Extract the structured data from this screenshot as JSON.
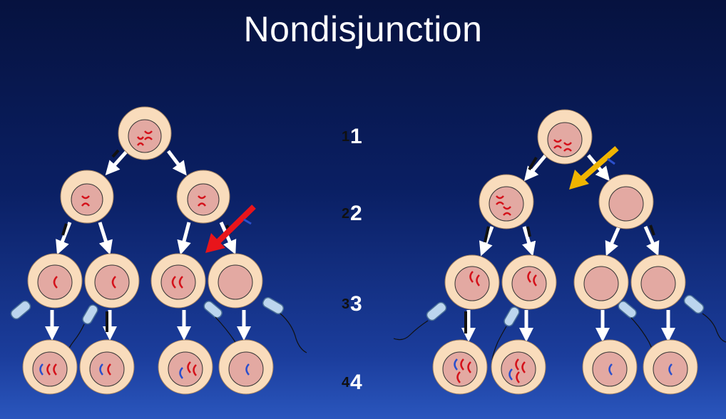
{
  "title": "Nondisjunction",
  "stages": [
    "1",
    "2",
    "3",
    "4"
  ],
  "colors": {
    "cell_outer": "#f9dcbc",
    "cell_inner": "#e3a9a2",
    "maternal_chromosome": "#d4121b",
    "paternal_chromosome": "#2b4fcc",
    "arrow": "#ffffff",
    "meiosis1_error_arrow": "#e8151b",
    "meiosis2_error_arrow": "#f0b400",
    "sperm": "#bcd5ee"
  },
  "icons": [
    "cell-icon",
    "chromosome-icon",
    "sperm-icon",
    "arrow-icon"
  ]
}
